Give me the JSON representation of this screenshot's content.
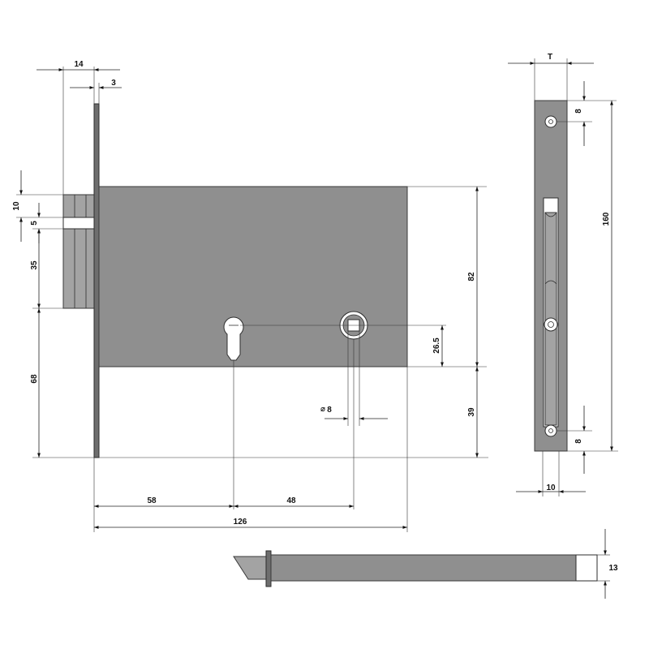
{
  "dimensions": {
    "faceplate_width": "14",
    "faceplate_thickness": "3",
    "bolt_top_offset": "10",
    "bolt_gap": "5",
    "bolt_height": "35",
    "bolt_to_bottom": "68",
    "body_height": "82",
    "keyhole_offset": "26.5",
    "body_to_bottom": "39",
    "spindle_diameter": "8",
    "backset": "58",
    "cylinder_to_spindle": "48",
    "body_length": "126",
    "side_thickness": "T",
    "screw_top_offset": "8",
    "plate_length": "160",
    "screw_bottom_offset": "8",
    "plate_width": "10",
    "striker_height": "13"
  },
  "symbols": {
    "diameter": "⌀"
  },
  "colors": {
    "body": "#8f8f8f",
    "bolt": "#a3a3a3",
    "faceplate": "#6e6e6e",
    "outline": "#2e2e2e"
  }
}
